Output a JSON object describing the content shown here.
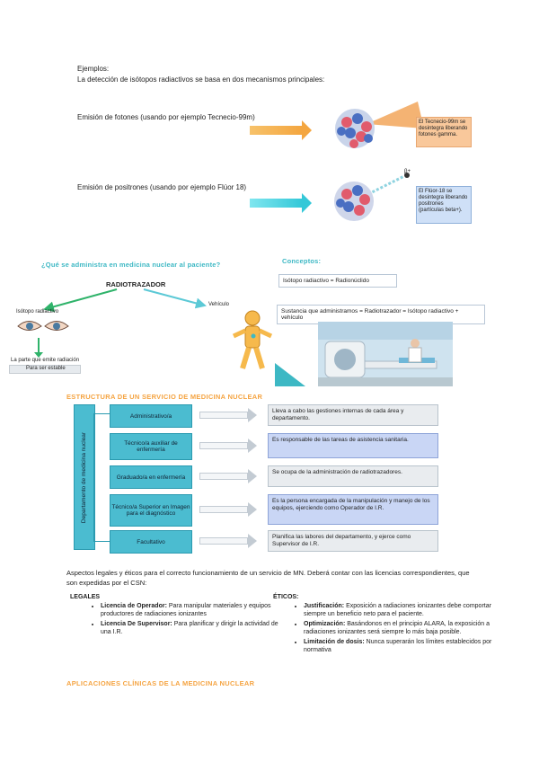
{
  "examples": {
    "title": "Ejemplos:",
    "intro": "La detección de isótopos radiactivos se basa en dos mecanismos principales:",
    "photon_label": "Emisión de fotones (usando por ejemplo Tecnecio-99m)",
    "positron_label": "Emisión de positrones (usando por ejemplo Flúor 18)",
    "photon_note": "El Tecnecio-99m se desintegra liberando fotones gamma.",
    "positron_note": "El Flúor-18 se desintegra liberando positrones (partículas beta+).",
    "positron_symbol": "β+"
  },
  "administration": {
    "question": "¿Qué se administra en medicina nuclear al paciente?",
    "radiotracer": "RADIOTRAZADOR",
    "isotope": "Isótopo radiactivo",
    "vehicle": "Vehículo",
    "emits_label": "La parte que emite radiación",
    "stable_label": "Para ser estable"
  },
  "concepts": {
    "title": "Conceptos:",
    "item1": "Isótopo radiactivo = Radionúclido",
    "item2": "Sustancia que administramos = Radiotrazador = Isótopo radiactivo + vehículo"
  },
  "structure": {
    "title": "ESTRUCTURA DE UN SERVICIO DE MEDICINA NUCLEAR",
    "department": "Departamento de medicina nuclear",
    "rows": [
      {
        "role": "Administrativo/a",
        "desc": "Lleva a cabo las gestiones internas de cada área y departamento."
      },
      {
        "role": "Técnico/a auxiliar de enfermería",
        "desc": "Es responsable de las tareas de asistencia sanitaria."
      },
      {
        "role": "Graduado/a en enfermería",
        "desc": "Se ocupa de la administración de radiotrazadores."
      },
      {
        "role": "Técnico/a Superior en Imagen para el diagnóstico",
        "desc": "Es la persona encargada de la manipulación y manejo de los equipos, ejerciendo como Operador de I.R."
      },
      {
        "role": "Facultativo",
        "desc": "Planifica las labores del departamento, y ejerce como Supervisor de I.R."
      }
    ]
  },
  "legal": {
    "intro": "Aspectos legales y éticos para el correcto funcionamiento de un servicio de MN. Deberá contar con las licencias correspondientes, que son expedidas por el CSN:",
    "legal_title": "LEGALES",
    "legal_items": [
      {
        "bold": "Licencia de Operador:",
        "text": " Para manipular materiales y equipos productores de radiaciones ionizantes"
      },
      {
        "bold": "Licencia De Supervisor:",
        "text": " Para planificar y dirigir la actividad de una I.R."
      }
    ],
    "ethic_title": "ÉTICOS:",
    "ethic_items": [
      {
        "bold": "Justificación:",
        "text": " Exposición a radiaciones ionizantes debe comportar siempre un beneficio neto para el paciente."
      },
      {
        "bold": "Optimización:",
        "text": " Basándonos en el principio ALARA, la exposición a radiaciones ionizantes será siempre lo más baja posible."
      },
      {
        "bold": "Limitación de dosis:",
        "text": " Nunca superarán los límites establecidos por normativa"
      }
    ]
  },
  "applications": {
    "title": "APLICACIONES CLÍNICAS DE LA MEDICINA NUCLEAR"
  },
  "colors": {
    "teal": "#3db8c4",
    "orange": "#f5a442",
    "box_teal": "#4bbcd0"
  }
}
